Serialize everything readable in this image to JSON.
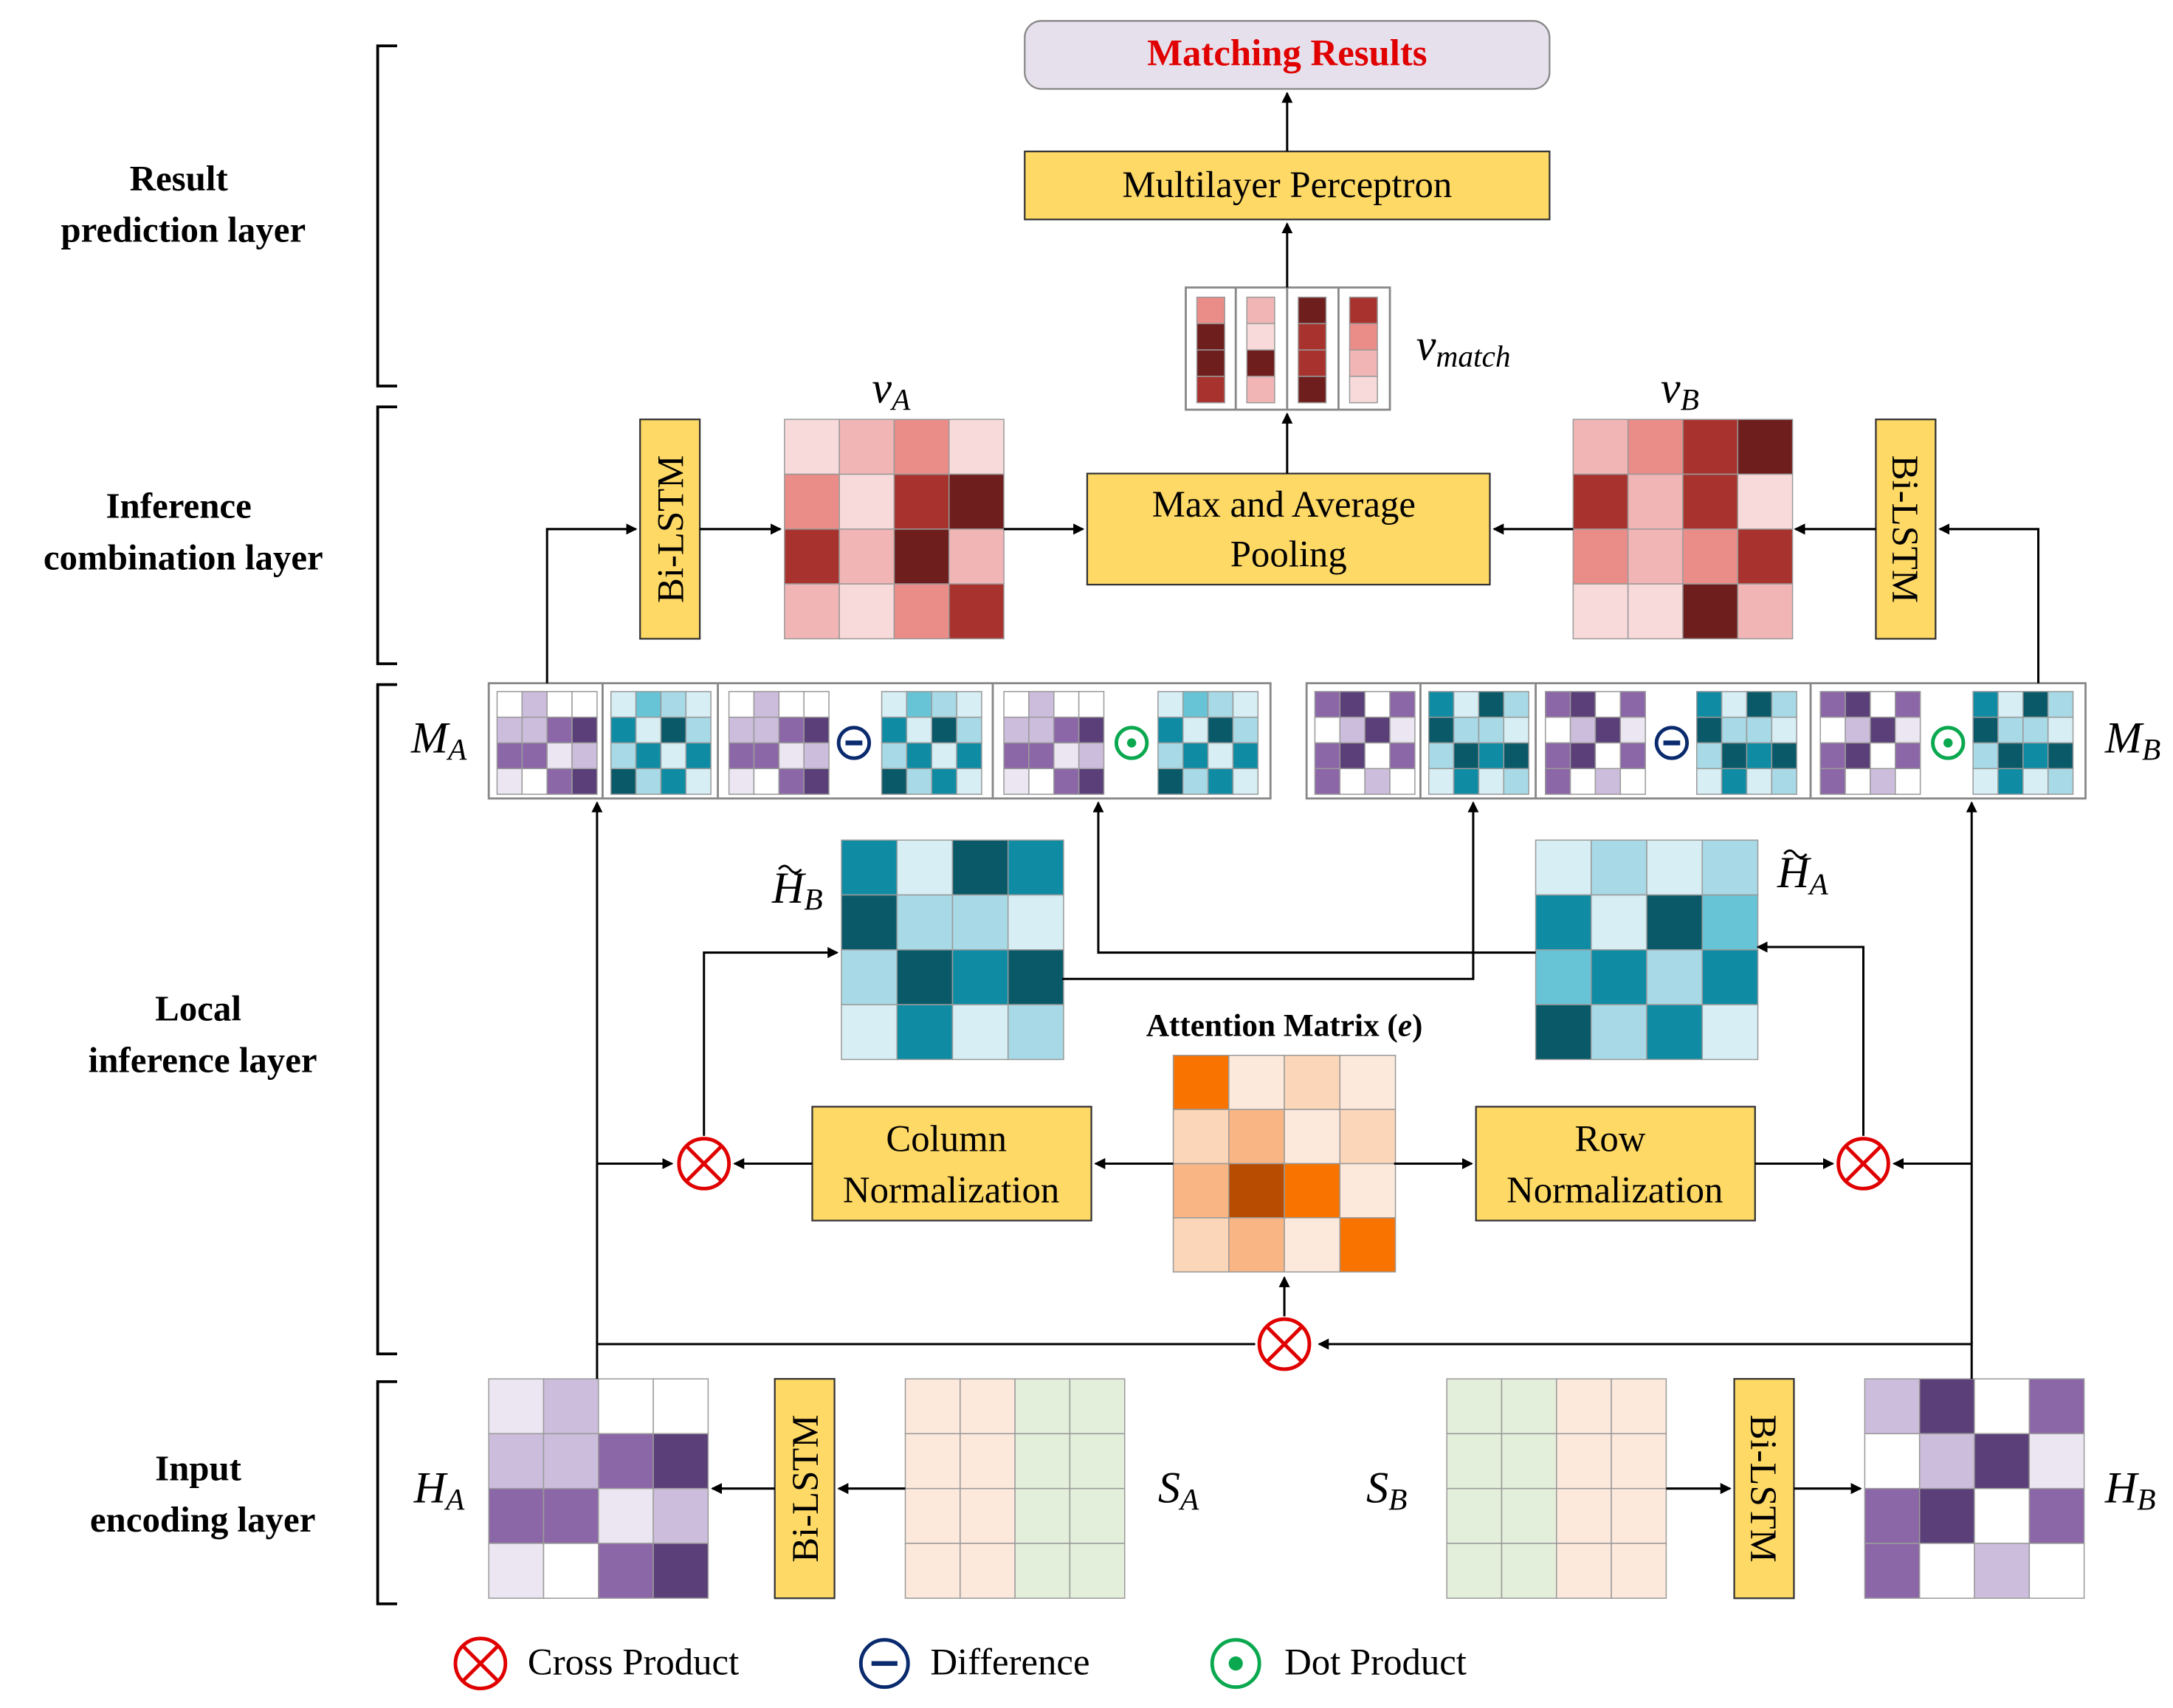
{
  "layers": [
    {
      "id": "result",
      "lines": [
        "Result",
        "prediction layer"
      ]
    },
    {
      "id": "inference",
      "lines": [
        "Inference",
        "combination layer"
      ]
    },
    {
      "id": "local",
      "lines": [
        "Local",
        "inference layer"
      ]
    },
    {
      "id": "input",
      "lines": [
        "Input",
        "encoding layer"
      ]
    }
  ],
  "boxes": {
    "matching_results": "Matching Results",
    "mlp": "Multilayer Perceptron",
    "pooling": [
      "Max and Average",
      "Pooling"
    ],
    "column_norm": [
      "Column",
      "Normalization"
    ],
    "row_norm": [
      "Row",
      "Normalization"
    ],
    "bilstm": "Bi-LSTM"
  },
  "attention_title": {
    "main": "Attention Matrix (",
    "var": "e",
    "end": ")"
  },
  "symbols": {
    "v_match": {
      "base": "v",
      "sub": "match"
    },
    "v_A": {
      "base": "v",
      "sub": "A"
    },
    "v_B": {
      "base": "v",
      "sub": "B"
    },
    "M_A": {
      "base": "M",
      "sub": "A"
    },
    "M_B": {
      "base": "M",
      "sub": "B"
    },
    "H_A": {
      "base": "H",
      "sub": "A"
    },
    "H_B": {
      "base": "H",
      "sub": "B"
    },
    "S_A": {
      "base": "S",
      "sub": "A"
    },
    "S_B": {
      "base": "S",
      "sub": "B"
    },
    "Ht_B": {
      "base": "H",
      "sub": "B",
      "tilde": true
    },
    "Ht_A": {
      "base": "H",
      "sub": "A",
      "tilde": true
    }
  },
  "legend": {
    "cross": "Cross Product",
    "difference": "Difference",
    "dot": "Dot Product"
  },
  "colors": {
    "box_fill": "#ffd966",
    "result_box_fill": "#e6e0ec",
    "result_text": "#e00000",
    "purple": [
      "#ebe6f1",
      "#cdbddd",
      "#8c67a8",
      "#5b3f78"
    ],
    "teal": [
      "#d6eef4",
      "#a7dae6",
      "#66c4d6",
      "#0f8ca4",
      "#0a5968"
    ],
    "red": [
      "#f8dada",
      "#f2b5b5",
      "#ea8c88",
      "#a8332e",
      "#6e1e1c"
    ],
    "orange": [
      "#fde9dc",
      "#fcd6b8",
      "#f9b684",
      "#f97300",
      "#b84c00"
    ],
    "seq_orange": "#fde9dc",
    "seq_green": "#e3eedb",
    "cross_color": "#e00000",
    "diff_color": "#0a2a6e",
    "dot_color": "#0aa84f"
  }
}
